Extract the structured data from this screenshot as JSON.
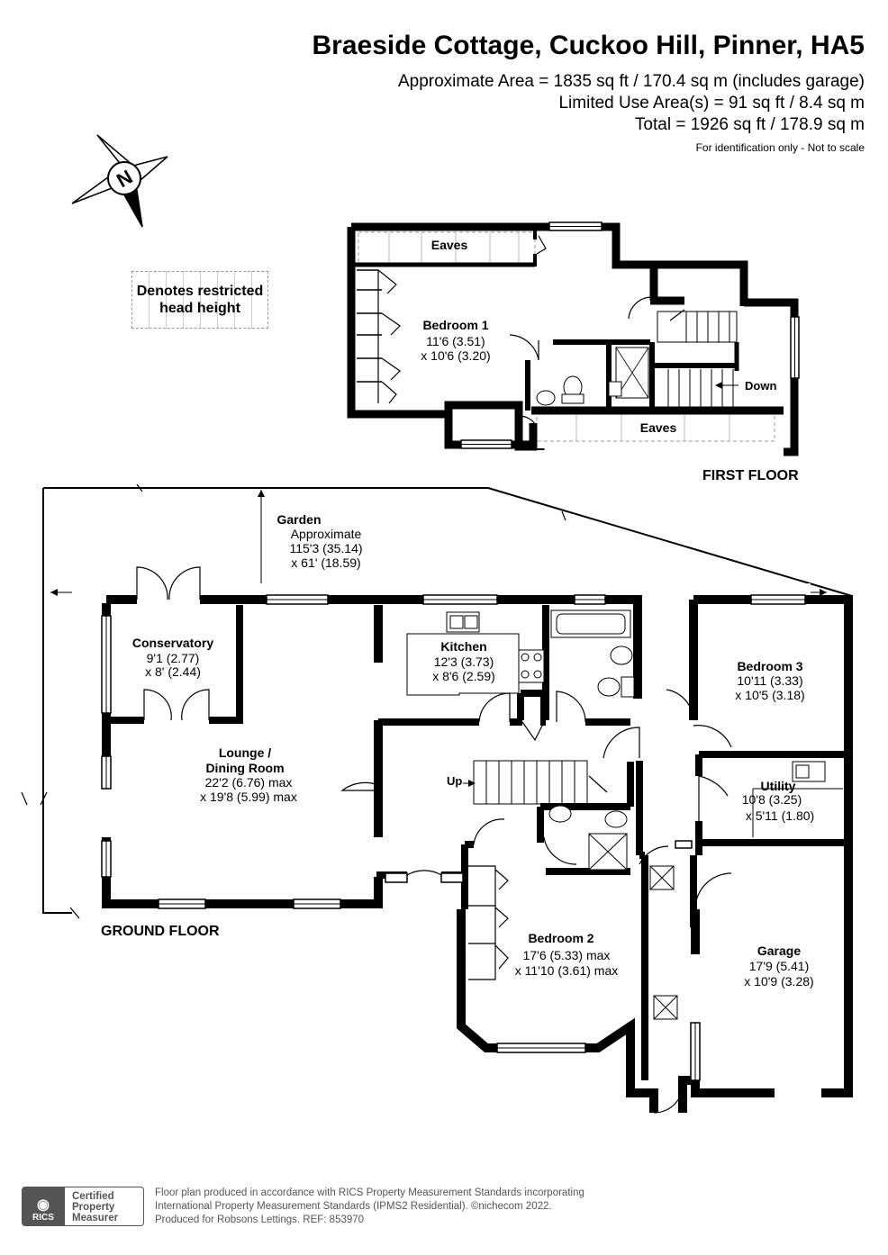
{
  "header": {
    "title": "Braeside Cottage, Cuckoo Hill, Pinner, HA5",
    "area_line1": "Approximate Area = 1835 sq ft / 170.4 sq m (includes garage)",
    "area_line2": "Limited Use Area(s) = 91 sq ft / 8.4 sq m",
    "area_line3": "Total = 1926 sq ft / 178.9 sq m",
    "disclaimer": "For identification only - Not to scale"
  },
  "compass": {
    "label": "N",
    "icon": "north-compass-icon"
  },
  "legend": {
    "line1": "Denotes restricted",
    "line2": "head height"
  },
  "floors": {
    "first": "FIRST FLOOR",
    "ground": "GROUND FLOOR"
  },
  "first_floor": {
    "eaves_top": "Eaves",
    "eaves_bottom": "Eaves",
    "bedroom1": {
      "name": "Bedroom 1",
      "dim1": "11'6 (3.51)",
      "dim2": "x 10'6 (3.20)"
    },
    "down": "Down"
  },
  "ground_floor": {
    "garden": {
      "name": "Garden",
      "dim1": "Approximate",
      "dim2": "115'3 (35.14)",
      "dim3": "x 61' (18.59)"
    },
    "conservatory": {
      "name": "Conservatory",
      "dim1": "9'1 (2.77)",
      "dim2": "x 8' (2.44)"
    },
    "lounge": {
      "name1": "Lounge /",
      "name2": "Dining Room",
      "dim1": "22'2 (6.76) max",
      "dim2": "x 19'8 (5.99) max"
    },
    "kitchen": {
      "name": "Kitchen",
      "dim1": "12'3 (3.73)",
      "dim2": "x 8'6 (2.59)"
    },
    "bedroom3": {
      "name": "Bedroom 3",
      "dim1": "10'11 (3.33)",
      "dim2": "x 10'5 (3.18)"
    },
    "utility": {
      "name": "Utility",
      "dim1": "10'8 (3.25)",
      "dim2": "x 5'11 (1.80)"
    },
    "bedroom2": {
      "name": "Bedroom 2",
      "dim1": "17'6 (5.33) max",
      "dim2": "x 11'10 (3.61) max"
    },
    "garage": {
      "name": "Garage",
      "dim1": "17'9 (5.41)",
      "dim2": "x 10'9 (3.28)"
    },
    "up": "Up"
  },
  "footer": {
    "line1": "Floor plan produced in accordance with RICS Property Measurement Standards incorporating",
    "line2": "International Property Measurement Standards (IPMS2 Residential).  ©nichecom 2022.",
    "line3": "Produced for Robsons Lettings.   REF: 853970",
    "rics": "RICS",
    "badge1": "Certified",
    "badge2": "Property",
    "badge3": "Measurer"
  },
  "colors": {
    "wall": "#000000",
    "fixture": "#555555",
    "restricted": "#999999"
  }
}
